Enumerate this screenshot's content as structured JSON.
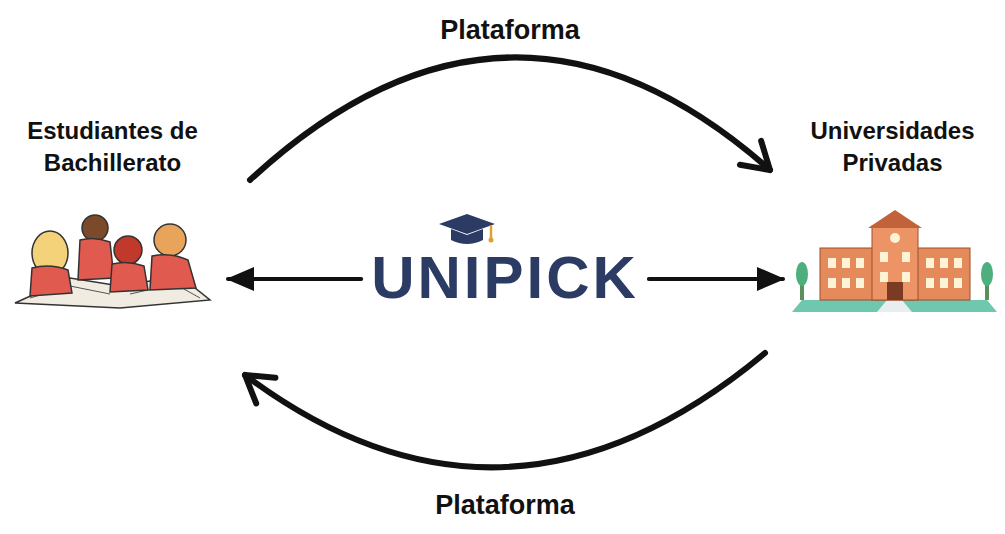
{
  "diagram": {
    "nodes": [
      {
        "text": [
          "Estudiantes de Bachillerato"
        ]
      },
      {
        "text": [
          "UNIPICK"
        ]
      },
      {
        "text": [
          "Universidades Privadas"
        ]
      }
    ],
    "edges": [
      {
        "from": 0,
        "to": 2,
        "label": "Plataforma",
        "arrow": "to"
      },
      {
        "from": 2,
        "to": 0,
        "label": "Plataforma",
        "arrow": "to"
      },
      {
        "from": 1,
        "to": 0,
        "arrow": "to"
      },
      {
        "from": 1,
        "to": 2,
        "arrow": "to"
      }
    ]
  }
}
